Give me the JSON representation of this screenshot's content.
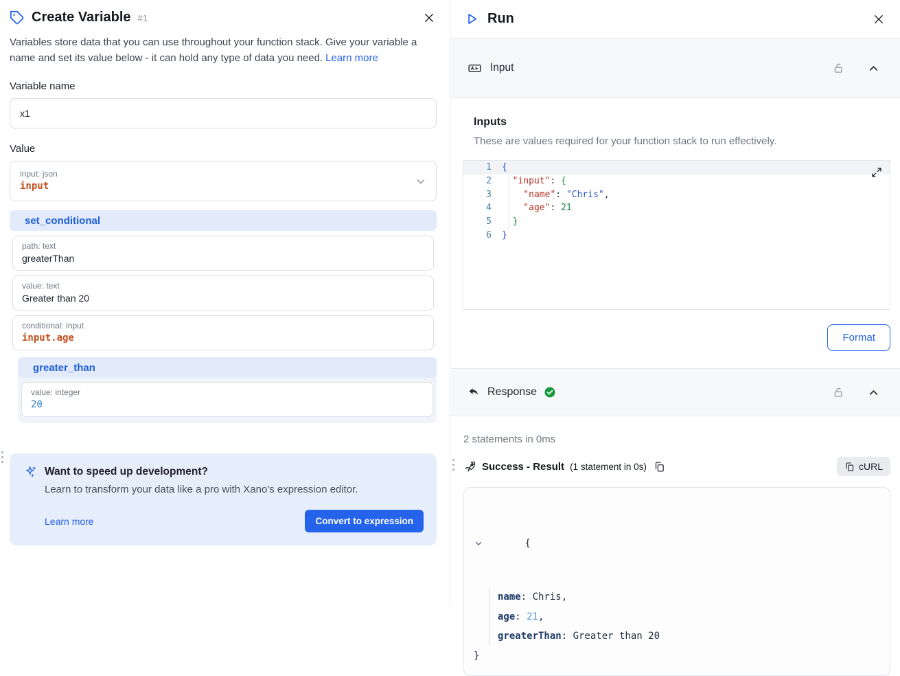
{
  "colors": {
    "accent_blue": "#2563eb",
    "block_label_blue": "#1d5fd6",
    "block_bg_blue": "#e3ebfb",
    "promo_bg_blue": "#e6edfb",
    "expr_orange": "#c2511d",
    "integer_blue": "#2b7cc4",
    "success_green": "#169a3e",
    "code_key_red": "#b02e24",
    "code_string_blue": "#2a57c5",
    "code_number_green": "#1f8a4e",
    "output_number_blue": "#4a9ee0"
  },
  "left_panel": {
    "header": {
      "title": "Create Variable",
      "badge": "#1"
    },
    "description": {
      "text": "Variables store data that you can use throughout your function stack. Give your variable a name and set its value below - it can hold any type of data you need.",
      "link": "Learn more"
    },
    "variable_name": {
      "label": "Variable name",
      "value": "x1"
    },
    "value_section": {
      "label": "Value",
      "root_field": {
        "meta": "input: json",
        "value": "input"
      },
      "set_conditional": {
        "title": "set_conditional",
        "fields": [
          {
            "meta": "path: text",
            "value": "greaterThan"
          },
          {
            "meta": "value: text",
            "value": "Greater than 20"
          },
          {
            "meta": "conditional: input",
            "value": "input.age"
          }
        ]
      },
      "greater_than": {
        "title": "greater_than",
        "field": {
          "meta": "value: integer",
          "value": "20"
        }
      }
    },
    "promo": {
      "title": "Want to speed up development?",
      "body": "Learn to transform your data like a pro with Xano's expression editor.",
      "link": "Learn more",
      "button": "Convert to expression"
    }
  },
  "right_panel": {
    "header": {
      "title": "Run"
    },
    "input_section": {
      "label": "Input"
    },
    "inputs": {
      "title": "Inputs",
      "subtitle": "These are values required for your function stack to run effectively.",
      "format_button": "Format"
    },
    "editor": {
      "line_numbers": [
        "1",
        "2",
        "3",
        "4",
        "5",
        "6"
      ],
      "l1_brace": "{",
      "l2_key": "  \"input\"",
      "l2_sep": ": ",
      "l2_brace": "{",
      "l3_key": "    \"name\"",
      "l3_sep": ": ",
      "l3_str": "\"Chris\"",
      "l3_comma": ",",
      "l4_key": "    \"age\"",
      "l4_sep": ": ",
      "l4_num": "21",
      "l5_brace": "  }",
      "l6_brace": "}"
    },
    "response_section": {
      "label": "Response"
    },
    "summary": "2 statements in 0ms",
    "result_header": {
      "status": "Success - Result",
      "detail": "(1 statement in 0s)",
      "curl_button": "cURL"
    },
    "output": {
      "open_brace": "{",
      "row1_key": "name",
      "row1_sep": ": ",
      "row1_val": "Chris,",
      "row2_key": "age",
      "row2_sep": ": ",
      "row2_num": "21",
      "row2_comma": ",",
      "row3_key": "greaterThan",
      "row3_sep": ": ",
      "row3_val": "Greater than 20",
      "close_brace": "}"
    }
  }
}
